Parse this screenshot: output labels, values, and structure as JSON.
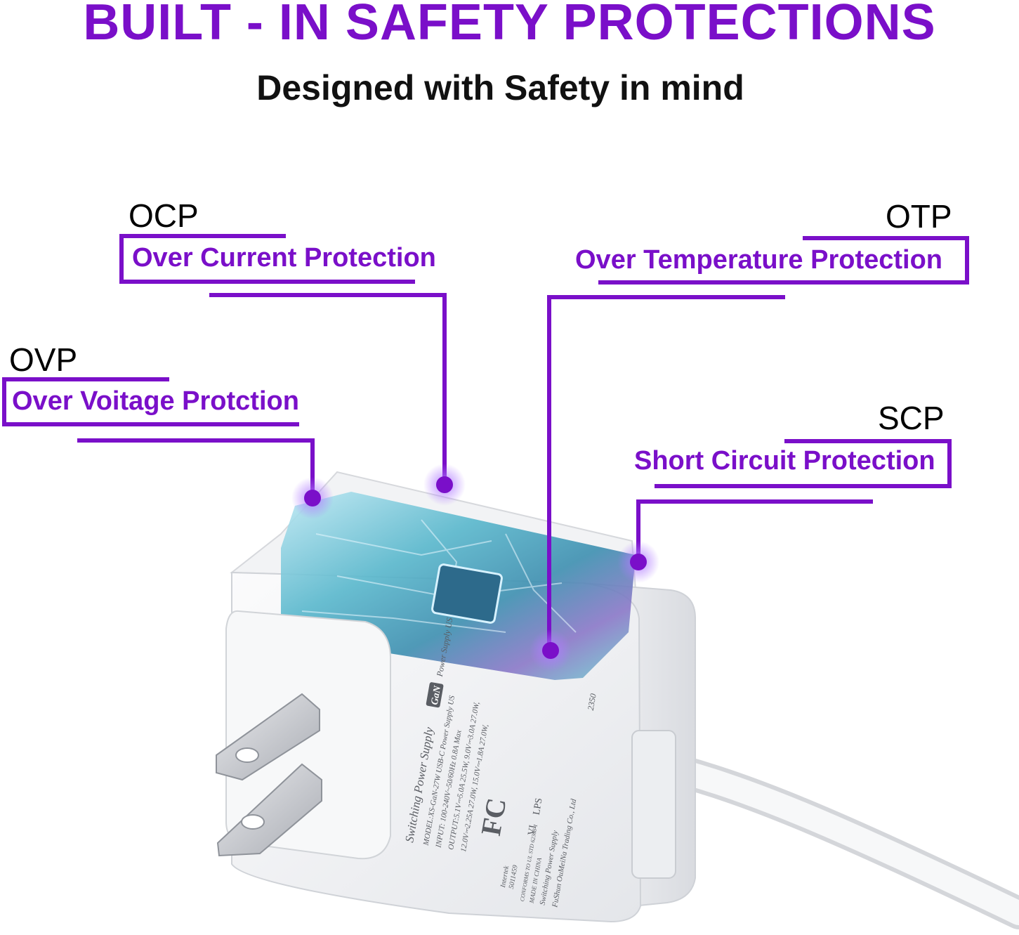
{
  "colors": {
    "accent": "#7a0fc9",
    "text": "#000000"
  },
  "heading": {
    "title": "BUILT - IN SAFETY PROTECTIONS",
    "subtitle": "Designed with Safety in mind"
  },
  "callouts": {
    "ocp": {
      "abbr": "OCP",
      "full": "Over Current Protection"
    },
    "otp": {
      "abbr": "OTP",
      "full": "Over Temperature Protection"
    },
    "ovp": {
      "abbr": "OVP",
      "full": "Over Voitage Protction"
    },
    "scp": {
      "abbr": "SCP",
      "full": "Short Circuit Protection"
    }
  },
  "label": {
    "line1": "Switching Power Supply",
    "badge": "GaN",
    "line2": "Power Supply US",
    "model": "MODEL:XS-GaN-27W USB-C Power Supply US",
    "input": "INPUT: 100-240V~50/60Hz 0.8A Max",
    "output1": "OUTPUT:5.1V⎓5.0A 25.5W, 9.0V⎓3.0A 27.0W,",
    "output2": "12.0V⎓2.25A 27.0W, 15.0V⎓1.8A 27.0W,",
    "intertek": "Intertek",
    "cert_no": "5011459",
    "conforms": "CONFORMS TO UL STD 62368-1",
    "made_in": "MADE IN CHINA",
    "footer1": "Switching Power Supply",
    "footer2": "FuShun OuMeiNa Trading Co., Ltd",
    "code": "2350",
    "lps": "LPS",
    "vi": "VI",
    "fc": "FC"
  }
}
